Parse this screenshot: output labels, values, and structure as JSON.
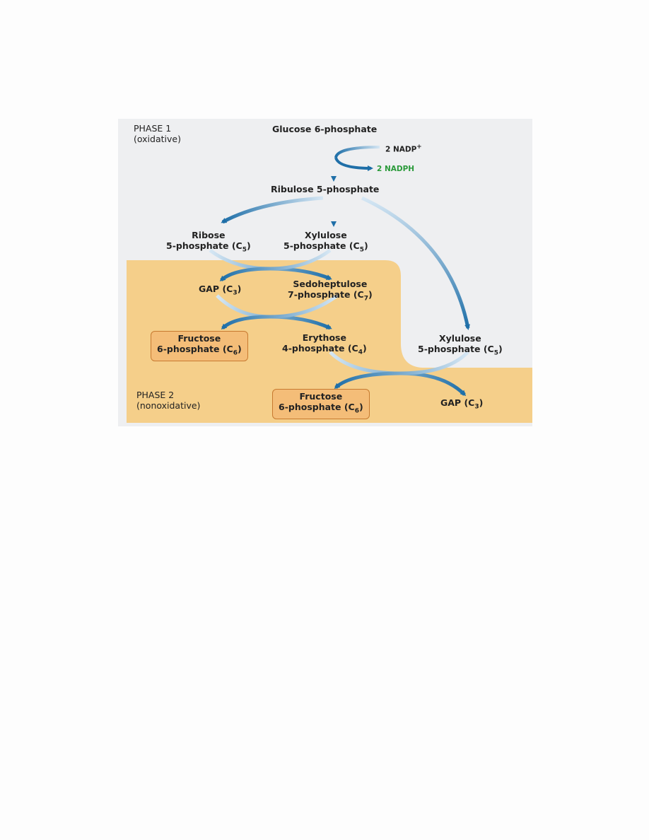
{
  "phase1": {
    "line1": "PHASE 1",
    "line2": "(oxidative)"
  },
  "phase2": {
    "line1": "PHASE 2",
    "line2": "(nonoxidative)"
  },
  "nodes": {
    "glucose6p": "Glucose 6-phosphate",
    "nadp": "2 NADP",
    "nadp_sup": "+",
    "nadph": "2 NADPH",
    "ribulose5p": "Ribulose 5-phosphate",
    "ribose5p": {
      "line1": "Ribose",
      "line2": "5-phosphate (C",
      "sub": "5",
      "close": ")"
    },
    "xylulose5p_a": {
      "line1": "Xylulose",
      "line2": "5-phosphate (C",
      "sub": "5",
      "close": ")"
    },
    "gap_a": {
      "text": "GAP (C",
      "sub": "3",
      "close": ")"
    },
    "sedoheptulose7p": {
      "line1": "Sedoheptulose",
      "line2": "7-phosphate (C",
      "sub": "7",
      "close": ")"
    },
    "fructose6p_a": {
      "line1": "Fructose",
      "line2": "6-phosphate (C",
      "sub": "6",
      "close": ")"
    },
    "erythrose4p": {
      "line1": "Erythose",
      "line2": "4-phosphate (C",
      "sub": "4",
      "close": ")"
    },
    "xylulose5p_b": {
      "line1": "Xylulose",
      "line2": "5-phosphate (C",
      "sub": "5",
      "close": ")"
    },
    "fructose6p_b": {
      "line1": "Fructose",
      "line2": "6-phosphate (C",
      "sub": "6",
      "close": ")"
    },
    "gap_b": {
      "text": "GAP (C",
      "sub": "3",
      "close": ")"
    }
  },
  "colors": {
    "arrow": "#1f6fa8",
    "arrow_light": "#c9dff0",
    "phase2_bg": "#f5cf8a",
    "product_box": "#f4bd78",
    "nadph_text": "#2a9a3a"
  }
}
